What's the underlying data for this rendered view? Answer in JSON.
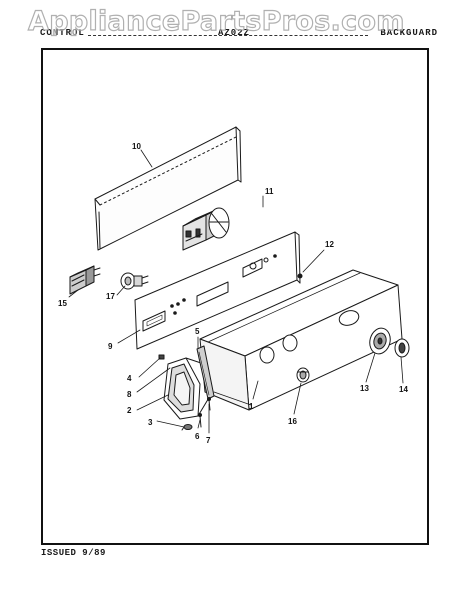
{
  "header": {
    "left": "CONTROL",
    "middle": "AZ02Z",
    "right": "BACKGUARD"
  },
  "watermark": "AppliancePartsPros.com",
  "footer": "ISSUED 9/89",
  "callouts": {
    "c1": "1",
    "c2": "2",
    "c3": "3",
    "c4": "4",
    "c5": "5",
    "c6": "6",
    "c7": "7",
    "c8": "8",
    "c9": "9",
    "c10": "10",
    "c11": "11",
    "c12": "12",
    "c13": "13",
    "c14": "14",
    "c15": "15",
    "c16": "16",
    "c17": "17"
  },
  "colors": {
    "ink": "#1a1a1a",
    "paper": "#ffffff"
  }
}
